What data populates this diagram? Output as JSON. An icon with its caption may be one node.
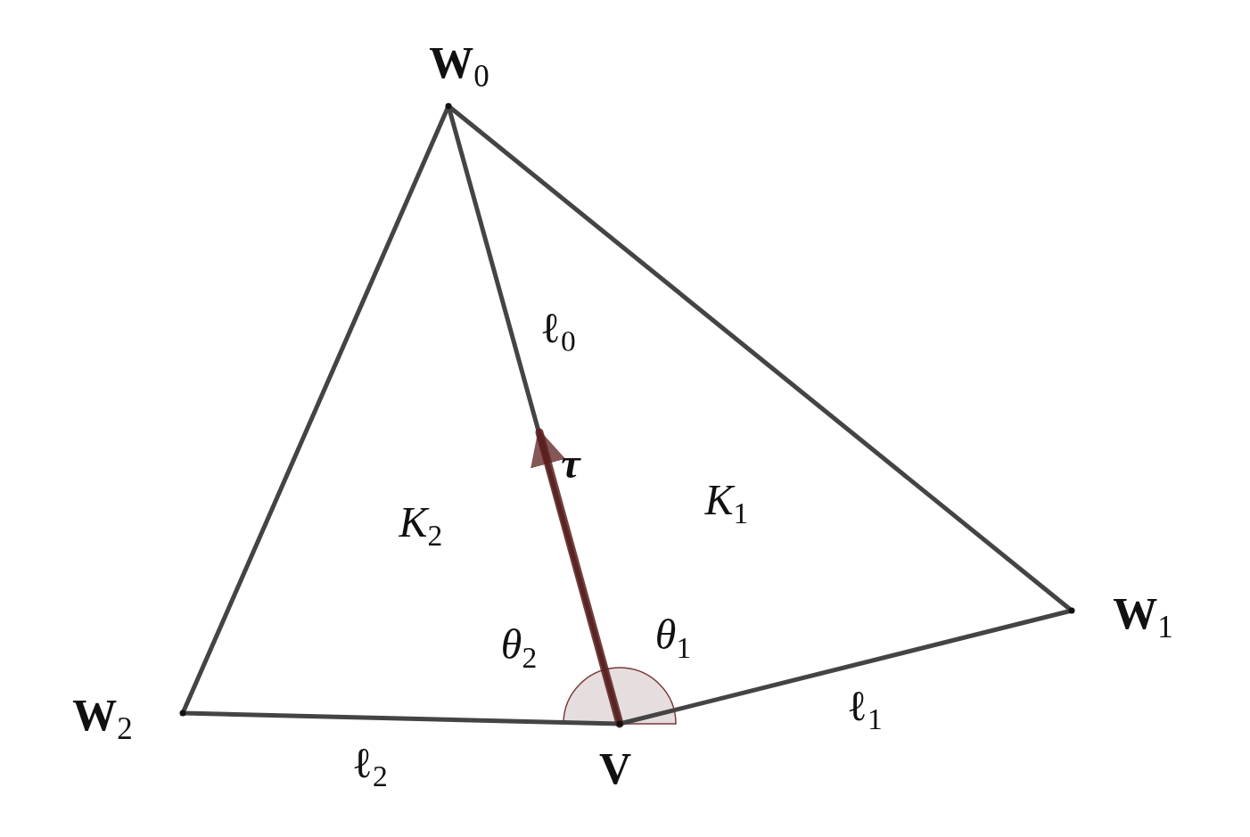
{
  "diagram": {
    "nodes": [
      {
        "text": [
          "**W**$_{0}$"
        ]
      },
      {
        "text": [
          "**W**$_{1}$"
        ]
      },
      {
        "text": [
          "**W**$_{2}$"
        ]
      },
      {
        "text": [
          "**V**"
        ]
      }
    ],
    "edges": [
      {
        "from": 0,
        "to": 1,
        "arrow": "none"
      },
      {
        "from": 0,
        "to": 2,
        "arrow": "none"
      },
      {
        "from": 0,
        "to": 3,
        "arrow": "none",
        "label": "ℓ$_{0}$"
      },
      {
        "from": 3,
        "to": 1,
        "arrow": "none",
        "label": "ℓ$_{1}$"
      },
      {
        "from": 3,
        "to": 2,
        "arrow": "none",
        "label": "ℓ$_{2}$"
      },
      {
        "from": 3,
        "to": null,
        "arrow": "to",
        "style": "thick",
        "color": "#5c1f1f"
      }
    ],
    "labels": [
      "τ",
      "*K*$_{1}$",
      "*K*$_{2}$",
      "*θ*$_{1}$",
      "*θ*$_{2}$"
    ]
  }
}
